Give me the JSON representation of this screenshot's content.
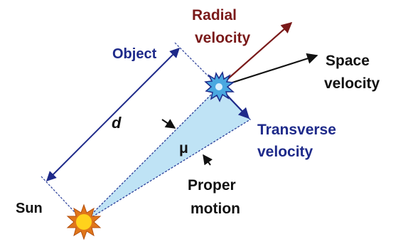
{
  "labels": {
    "radial_velocity": [
      "Radial",
      "velocity"
    ],
    "object": "Object",
    "space_velocity": [
      "Space",
      "velocity"
    ],
    "distance": "d",
    "transverse_velocity": [
      "Transverse",
      "velocity"
    ],
    "proper_motion_symbol": "μ",
    "proper_motion": [
      "Proper",
      "motion"
    ],
    "sun": "Sun"
  },
  "colors": {
    "radial": "#7a1a1a",
    "transverse": "#1e2a8a",
    "dark": "#111111",
    "wedge_fill": "#bfe3f5",
    "wedge_line": "#2a3f9a",
    "sun_rays": "#e0761a",
    "sun_core": "#ffd21c",
    "star_fill": "#4aa8e0",
    "star_outline": "#1e2a8a"
  },
  "icons": {
    "sun": "sun-icon",
    "object": "star-burst-icon"
  }
}
